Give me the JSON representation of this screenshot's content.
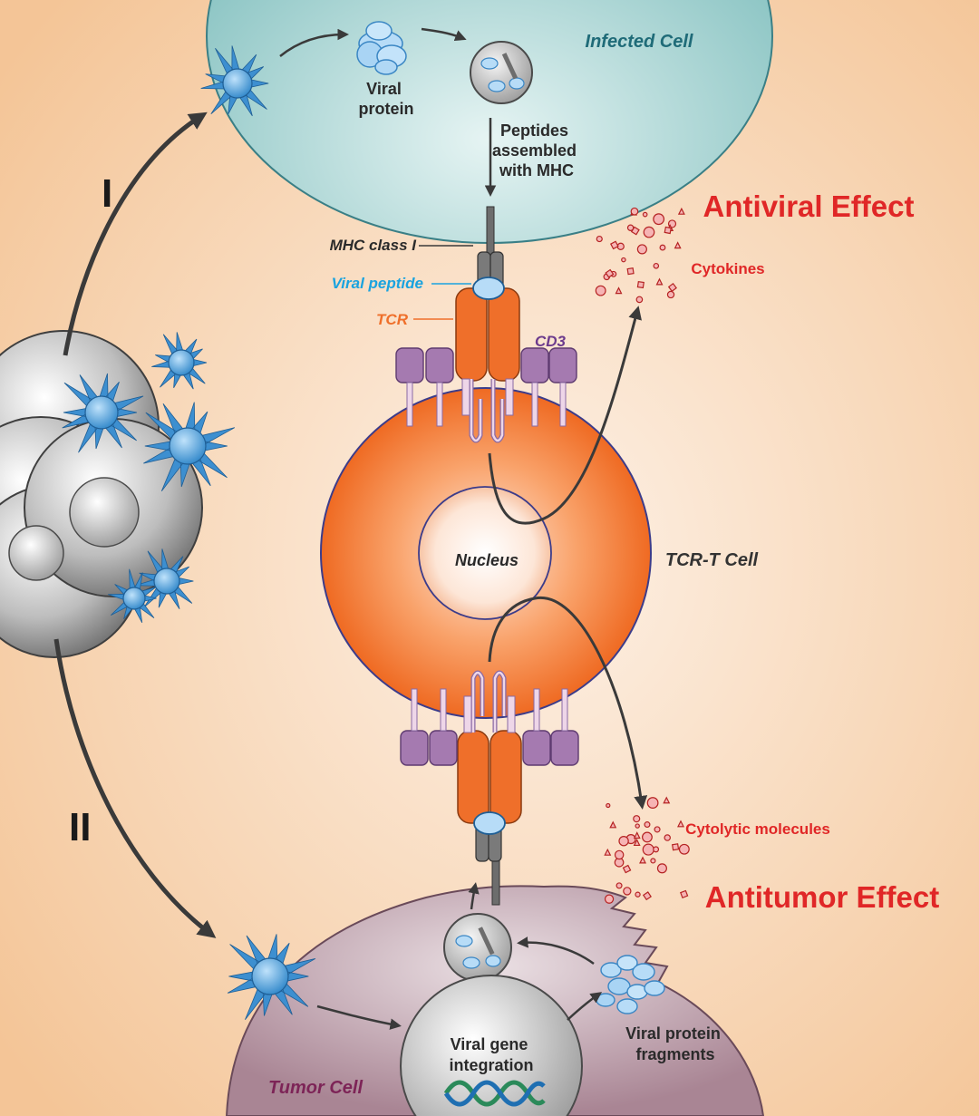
{
  "labels": {
    "infected_cell": "Infected Cell",
    "viral_protein": [
      "Viral",
      "protein"
    ],
    "peptides_mhc": [
      "Peptides",
      "assembled",
      "with MHC"
    ],
    "antiviral_effect": "Antiviral Effect",
    "cytokines": "Cytokines",
    "mhc_class_i": "MHC class I",
    "viral_peptide": "Viral peptide",
    "tcr": "TCR",
    "cd3": "CD3",
    "nucleus": "Nucleus",
    "tcr_t_cell": "TCR-T Cell",
    "pathway_i": "I",
    "pathway_ii": "II",
    "cytolytic_molecules": "Cytolytic molecules",
    "antitumor_effect": "Antitumor Effect",
    "viral_gene_integration": [
      "Viral gene",
      "integration"
    ],
    "viral_protein_fragments": [
      "Viral protein",
      "fragments"
    ],
    "tumor_cell": "Tumor Cell"
  },
  "colors": {
    "background": "#f6cfa8",
    "infected_cell": "#9fd0cf",
    "tcr_t_cell": "#f47a30",
    "tumor_cell": "#b99aa6",
    "tcr": "#ef6f2a",
    "cd3": "#a57ab0",
    "virus": "#4a9fd8",
    "effect_text": "#e02727",
    "viral_peptide_text": "#1aa3df",
    "cd3_text": "#6c3b8d",
    "infected_text": "#1f6b78",
    "tumor_text": "#7d2457"
  }
}
